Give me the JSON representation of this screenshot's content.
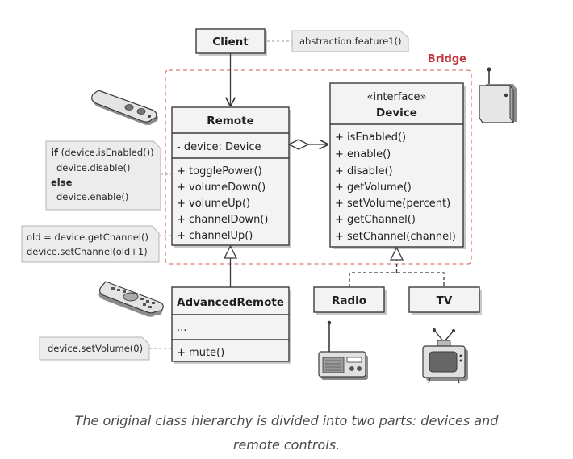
{
  "client": {
    "title": "Client",
    "note": "abstraction.feature1()"
  },
  "bridge": {
    "label": "Bridge"
  },
  "remote": {
    "title": "Remote",
    "field": "- device: Device",
    "methods": [
      "+ togglePower()",
      "+ volumeDown()",
      "+ volumeUp()",
      "+ channelDown()",
      "+ channelUp()"
    ]
  },
  "device": {
    "stereotype": "«interface»",
    "title": "Device",
    "methods": [
      "+ isEnabled()",
      "+ enable()",
      "+ disable()",
      "+ getVolume()",
      "+ setVolume(percent)",
      "+ getChannel()",
      "+ setChannel(channel)"
    ]
  },
  "advanced_remote": {
    "title": "AdvancedRemote",
    "fields": "...",
    "method": "+ mute()"
  },
  "radio": {
    "title": "Radio"
  },
  "tv": {
    "title": "TV"
  },
  "notes": {
    "toggle": {
      "line1_kw": "if",
      "line1_rest": " (device.isEnabled())",
      "line2": "device.disable()",
      "line3_kw": "else",
      "line4": "device.enable()"
    },
    "channel": {
      "line1": "old = device.getChannel()",
      "line2": "device.setChannel(old+1)"
    },
    "mute": {
      "line1": "device.setVolume(0)"
    }
  },
  "caption": {
    "line1": "The original class hierarchy is divided into two parts: devices and",
    "line2": "remote controls."
  },
  "colors": {
    "bridge_accent": "#c0343a",
    "bridge_border": "#e07a74",
    "box_fill": "#f3f3f3",
    "note_fill": "#ececec"
  },
  "icons": [
    "remote-control-icon",
    "advanced-remote-icon",
    "wall-device-icon",
    "radio-icon",
    "tv-icon"
  ]
}
